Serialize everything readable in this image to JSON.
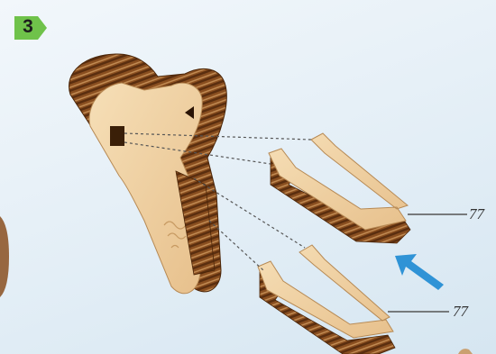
{
  "step": {
    "number": "3"
  },
  "labels": {
    "part_upper": "77",
    "part_lower": "77"
  },
  "colors": {
    "background": "#e3eef6",
    "step_badge": "#6fc24a",
    "wood_face": "#f0d3a6",
    "wood_layer_dark": "#6b3a15",
    "wood_layer_light": "#c8915a",
    "arrow": "#2f93d6",
    "guide_line": "#555555"
  },
  "icons": {
    "assembly_arrow": "arrow-up-left-icon",
    "step_badge": "hexagon-badge-icon"
  }
}
